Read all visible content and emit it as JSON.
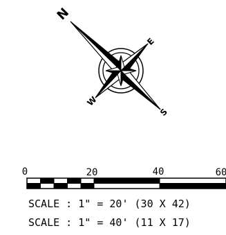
{
  "north_arrow": {
    "north_label": "N",
    "east_label": "E",
    "south_label": "S",
    "west_label": "W"
  },
  "scale_bar": {
    "tick_labels": [
      "0",
      "20",
      "40",
      "60"
    ],
    "scale_lines": [
      "SCALE : 1\" = 20' (30 X 42)",
      "SCALE : 1\" = 40' (11 X 17)"
    ]
  }
}
